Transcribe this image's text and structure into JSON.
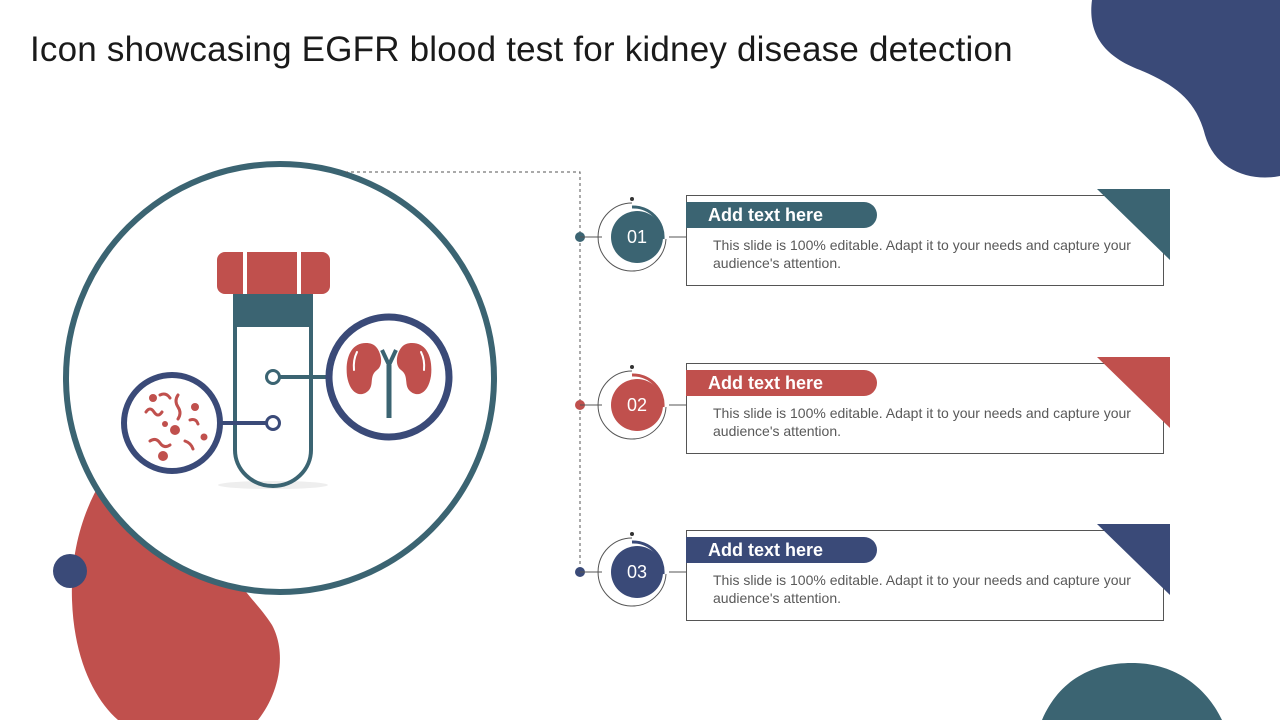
{
  "slide": {
    "title": "Icon showcasing EGFR blood test for kidney disease detection"
  },
  "colors": {
    "teal": "#3b6472",
    "red": "#c0504d",
    "navy": "#3a4a78",
    "line": "#555555"
  },
  "icons": [
    "test-tube-icon",
    "bacteria-icon",
    "kidney-icon"
  ],
  "items": [
    {
      "number": "01",
      "heading": "Add text here",
      "text": "This slide is 100% editable. Adapt it to your needs and capture your audience's attention.",
      "color": "#3b6472"
    },
    {
      "number": "02",
      "heading": "Add text here",
      "text": "This slide is 100% editable. Adapt it to your needs and capture your audience's attention.",
      "color": "#c0504d"
    },
    {
      "number": "03",
      "heading": "Add text here",
      "text": "This slide is 100% editable. Adapt it to your needs and capture your audience's attention.",
      "color": "#3a4a78"
    }
  ]
}
